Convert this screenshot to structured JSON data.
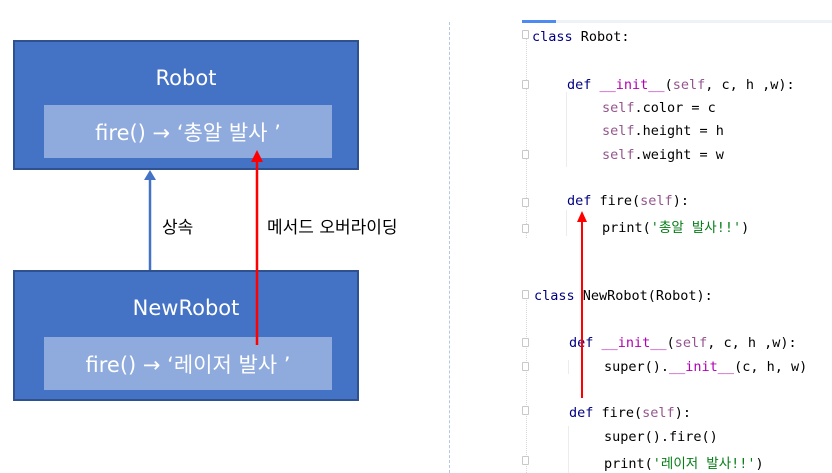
{
  "diagram": {
    "parent_class": {
      "title": "Robot",
      "method": "fire() → ‘총알 발사 ’"
    },
    "child_class": {
      "title": "NewRobot",
      "method": "fire() → ‘레이저 발사 ’"
    },
    "inherit_label": "상속",
    "override_label": "메서드 오버라이딩"
  },
  "colors": {
    "box_fill": "#4472C4",
    "box_border": "#2F528F",
    "inner_fill": "#8FAADC",
    "inherit_arrow": "#4472C4",
    "override_arrow": "#FF0000"
  },
  "code": {
    "robot_class": {
      "header": {
        "kw": "class",
        "rest": " Robot:"
      },
      "init_def": {
        "kw": "def",
        "name": "__init__",
        "args_self": "self",
        "args_rest": ", c, h ,w):"
      },
      "init_body": [
        {
          "self": "self",
          "rest": ".color = c"
        },
        {
          "self": "self",
          "rest": ".height = h"
        },
        {
          "self": "self",
          "rest": ".weight = w"
        }
      ],
      "fire_def": {
        "kw": "def",
        "name": " fire(",
        "self": "self",
        "rest": "):"
      },
      "fire_body": {
        "call": "print(",
        "str": "'총알 발사!!'",
        "end": ")"
      }
    },
    "newrobot_class": {
      "header": {
        "kw": "class",
        "rest": " NewRobot(Robot):"
      },
      "init_def": {
        "kw": "def",
        "name": "__init__",
        "args_self": "self",
        "args_rest": ", c, h ,w):"
      },
      "init_body": {
        "pre": "super().",
        "name": "__init__",
        "rest": "(c, h, w)"
      },
      "fire_def": {
        "kw": "def",
        "name": " fire(",
        "self": "self",
        "rest": "):"
      },
      "fire_body": [
        {
          "call": "super().fire()"
        },
        {
          "call": "print(",
          "str": "'레이저 발사!!'",
          "end": ")"
        }
      ]
    }
  }
}
